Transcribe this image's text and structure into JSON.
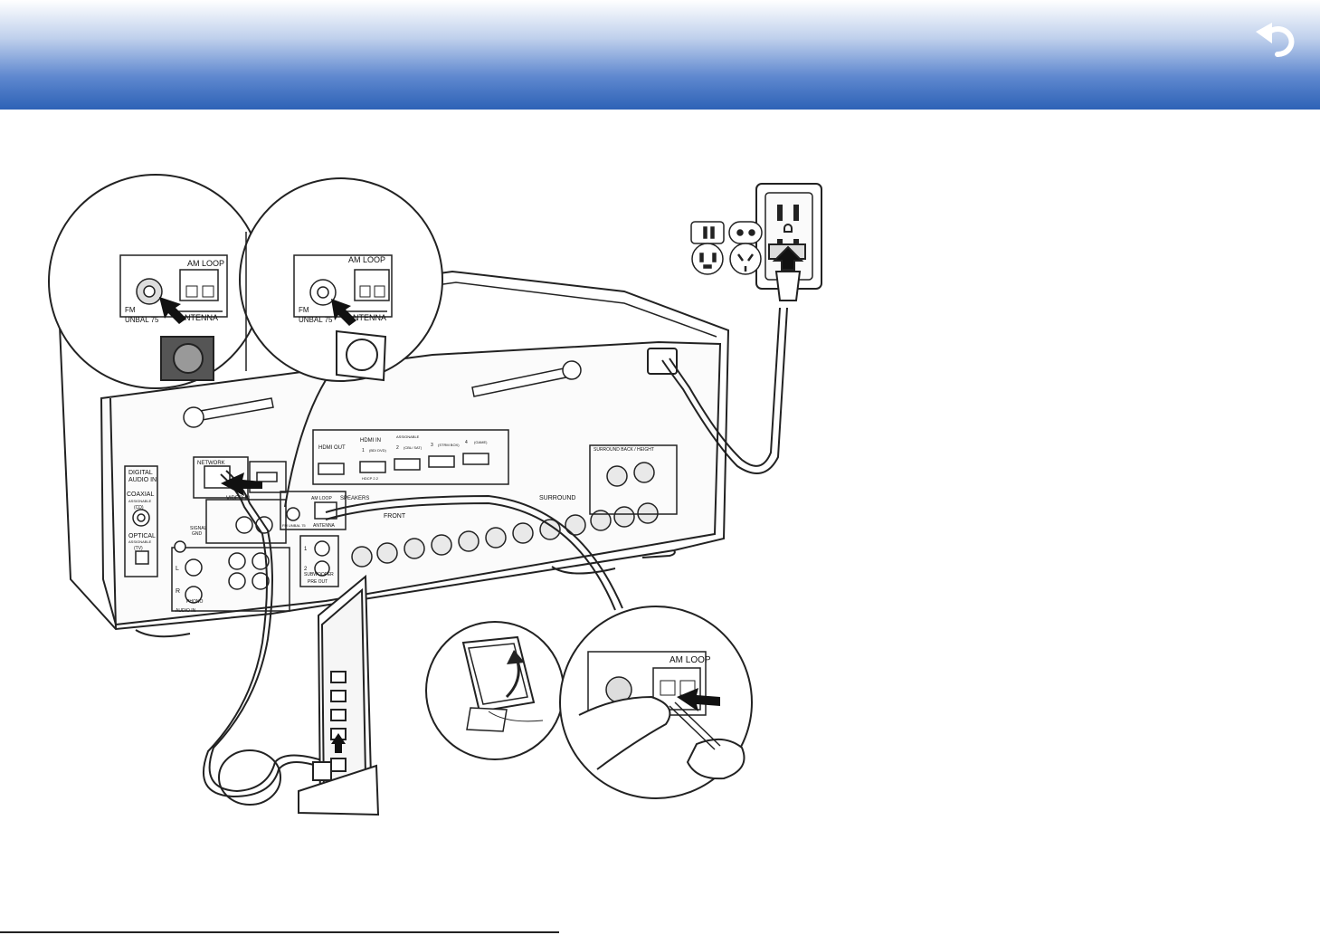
{
  "header": {
    "back_icon": "return-arrow-icon",
    "accent": "#2d62b6"
  },
  "outlet_insets": {
    "types": [
      "two-flat-pin",
      "two-round-pin",
      "three-pin-grounded",
      "angled-three-pin"
    ]
  },
  "antenna_inset_a": {
    "am_loop": "AM  LOOP",
    "fm": "FM",
    "unbal": "UNBAL  75",
    "antenna": "ANTENNA"
  },
  "antenna_inset_b": {
    "am_loop": "AM  LOOP",
    "fm": "FM",
    "unbal": "UNBAL  75",
    "antenna": "ANTENNA"
  },
  "am_loop_inset": {
    "am_loop": "AM  LOOP"
  },
  "panel": {
    "digital_audio_in": [
      "DIGITAL",
      "AUDIO IN"
    ],
    "coaxial": "COAXIAL",
    "coaxial_sub": "ASSIGNABLE",
    "coaxial_cd": "(CD)",
    "optical": "OPTICAL",
    "optical_sub": "ASSIGNABLE",
    "optical_tv": "(TV)",
    "network": "NETWORK",
    "video_in": "VIDEO IN",
    "signal_gnd": [
      "SIGNAL",
      "GND"
    ],
    "l": "L",
    "r": "R",
    "phono": "PHONO",
    "audio_in": "AUDIO IN",
    "hdmi_out": "HDMI OUT",
    "hdmi_in": "HDMI IN",
    "hdmi_assignable": "ASSIGNABLE",
    "hdmi_nums": [
      "1",
      "2",
      "3",
      "4"
    ],
    "hdmi_sources": [
      "(BD/ DVD)",
      "(CBL/ SAT)",
      "(STRM BOX)",
      "(GAME)"
    ],
    "hdcp": "HDCP 2.2",
    "am_loop": "AM LOOP",
    "fm_unbal": "FM UNBAL 75",
    "antenna": "ANTENNA",
    "speakers": "SPEAKERS",
    "front": "FRONT",
    "surround": "SURROUND",
    "surround_back_height": "SURROUND BACK / HEIGHT",
    "subwoofer": "SUBWOOFER",
    "pre_out": "PRE OUT",
    "sub_nums": [
      "1",
      "2"
    ]
  }
}
